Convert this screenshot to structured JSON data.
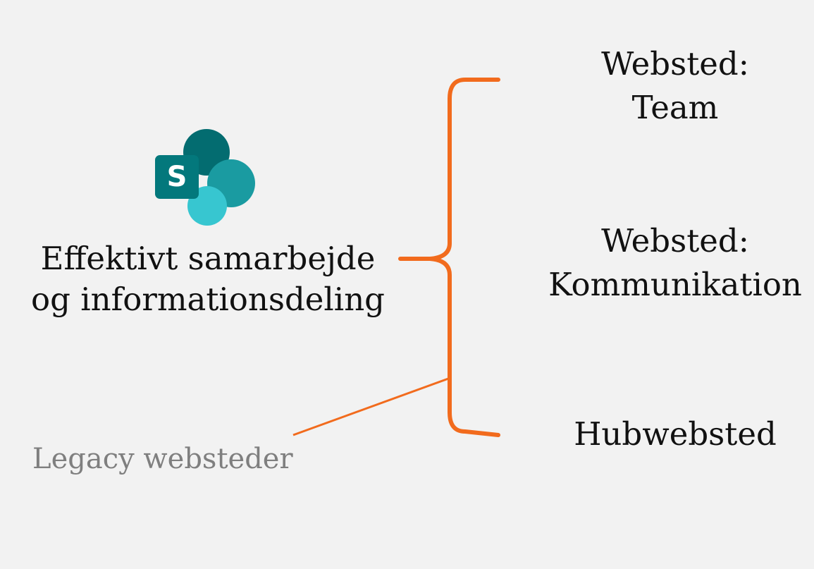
{
  "logo": {
    "icon": "sharepoint-logo-icon",
    "letter": "S",
    "colors": {
      "dark": "#036c70",
      "mid": "#1a9ba1",
      "light": "#37c6d0",
      "tile": "#03787c"
    }
  },
  "main": {
    "line1": "Effektivt samarbejde",
    "line2": "og informationsdeling"
  },
  "brace_color": "#f26b1d",
  "sites": [
    {
      "line1": "Websted:",
      "line2": "Team"
    },
    {
      "line1": "Websted:",
      "line2": "Kommunikation"
    },
    {
      "line1": "Hubwebsted"
    }
  ],
  "legacy": {
    "label": "Legacy websteder",
    "color": "#7f7f7f"
  }
}
